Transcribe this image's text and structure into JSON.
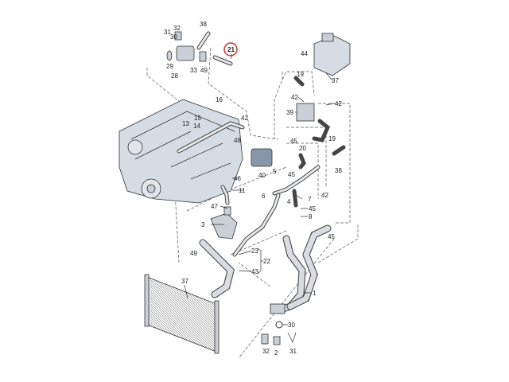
{
  "diagram": {
    "title": "Cooling system parts diagram",
    "highlight_color": "#c0392b",
    "highlighted_part": "21",
    "callouts": [
      "31",
      "32",
      "38",
      "30",
      "21",
      "29",
      "33",
      "49",
      "28",
      "44",
      "37",
      "19",
      "42",
      "42",
      "39",
      "16",
      "15",
      "13",
      "14",
      "42",
      "48",
      "19",
      "40",
      "5",
      "45",
      "20",
      "45",
      "38",
      "6",
      "4",
      "7",
      "42",
      "45",
      "8",
      "45",
      "46",
      "11",
      "47",
      "3",
      "49",
      "23",
      "22",
      "43",
      "37",
      "1",
      "30",
      "32",
      "2",
      "31"
    ]
  }
}
